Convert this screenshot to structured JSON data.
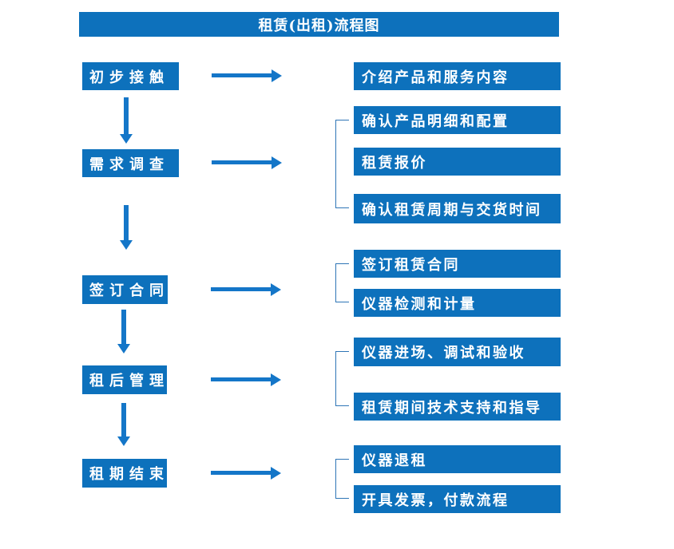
{
  "title": "租赁(出租)流程图",
  "colors": {
    "primary": "#0d71bc",
    "arrow": "#1476c8",
    "bracket": "#2e75b6",
    "text": "#ffffff",
    "background": "#ffffff"
  },
  "steps": [
    {
      "label": "初步接触",
      "details": [
        "介绍产品和服务内容"
      ]
    },
    {
      "label": "需求调查",
      "details": [
        "确认产品明细和配置",
        "租赁报价",
        "确认租赁周期与交货时间"
      ]
    },
    {
      "label": "签订合同",
      "details": [
        "签订租赁合同",
        "仪器检测和计量"
      ]
    },
    {
      "label": "租后管理",
      "details": [
        "仪器进场、调试和验收",
        "租赁期间技术支持和指导"
      ]
    },
    {
      "label": "租期结束",
      "details": [
        "仪器退租",
        "开具发票，付款流程"
      ]
    }
  ]
}
